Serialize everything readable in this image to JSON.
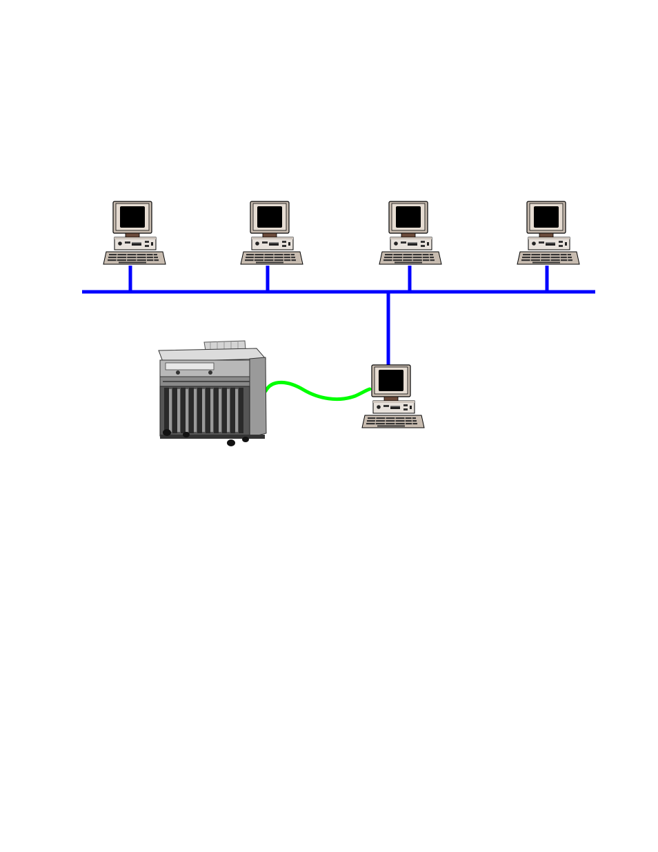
{
  "diagram": {
    "type": "network",
    "bus_color": "#0000ff",
    "serial_link_color": "#00ff00",
    "nodes": [
      {
        "id": "workstation-1",
        "kind": "computer",
        "icon": "desktop-computer-icon"
      },
      {
        "id": "workstation-2",
        "kind": "computer",
        "icon": "desktop-computer-icon"
      },
      {
        "id": "workstation-3",
        "kind": "computer",
        "icon": "desktop-computer-icon"
      },
      {
        "id": "workstation-4",
        "kind": "computer",
        "icon": "desktop-computer-icon"
      },
      {
        "id": "print-server",
        "kind": "computer",
        "icon": "desktop-computer-icon"
      },
      {
        "id": "wide-format-printer",
        "kind": "printer",
        "icon": "wide-format-printer-icon"
      }
    ],
    "links": [
      {
        "from": "workstation-1",
        "to": "network-bus",
        "style": "ethernet"
      },
      {
        "from": "workstation-2",
        "to": "network-bus",
        "style": "ethernet"
      },
      {
        "from": "workstation-3",
        "to": "network-bus",
        "style": "ethernet"
      },
      {
        "from": "workstation-4",
        "to": "network-bus",
        "style": "ethernet"
      },
      {
        "from": "print-server",
        "to": "network-bus",
        "style": "ethernet"
      },
      {
        "from": "wide-format-printer",
        "to": "print-server",
        "style": "serial-cable"
      }
    ]
  }
}
